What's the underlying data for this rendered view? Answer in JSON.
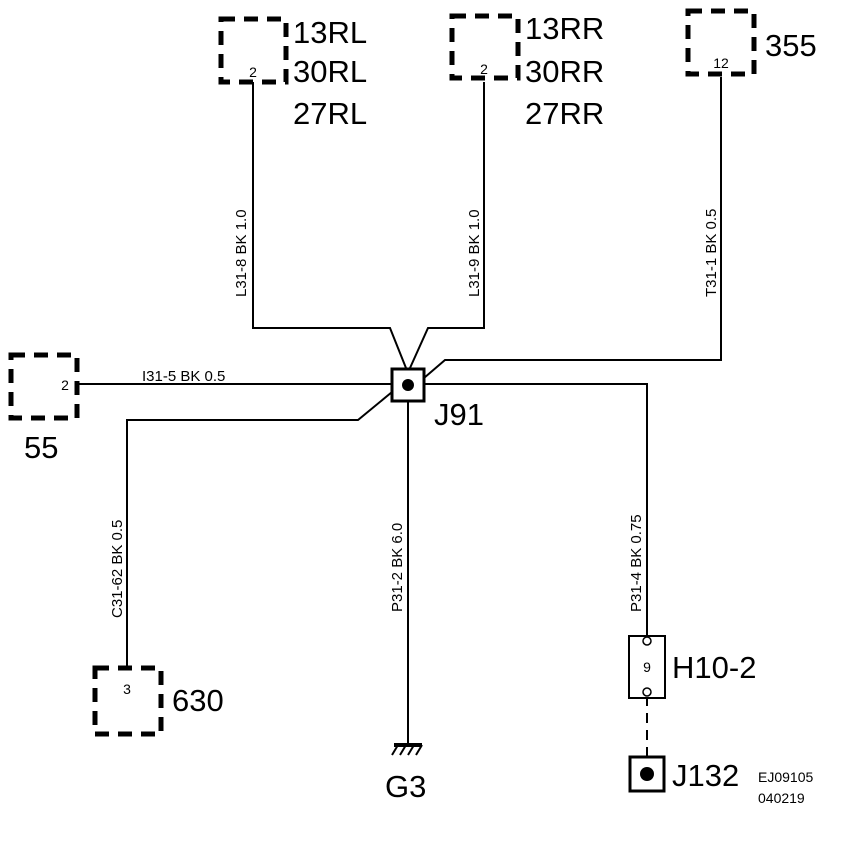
{
  "components": {
    "c13rl": {
      "lines": [
        "13RL",
        "30RL",
        "27RL"
      ],
      "pin": "2"
    },
    "c13rr": {
      "lines": [
        "13RR",
        "30RR",
        "27RR"
      ],
      "pin": "2"
    },
    "c355": {
      "label": "355",
      "pin": "12"
    },
    "c55": {
      "label": "55",
      "pin": "2"
    },
    "c630": {
      "label": "630",
      "pin": "3"
    },
    "h10": {
      "label": "H10-2",
      "pin": "9"
    }
  },
  "splice": {
    "label": "J91"
  },
  "ground": {
    "label": "G3"
  },
  "j132": {
    "label": "J132"
  },
  "wires": {
    "l318": "L31-8  BK  1.0",
    "l319": "L31-9  BK  1.0",
    "t311": "T31-1  BK  0.5",
    "i315": "I31-5  BK   0.5",
    "c3162": "C31-62  BK  0.5",
    "p312": "P31-2  BK  6.0",
    "p314": "P31-4  BK  0.75"
  },
  "footer": {
    "code": "EJ09105",
    "date": "040219"
  }
}
